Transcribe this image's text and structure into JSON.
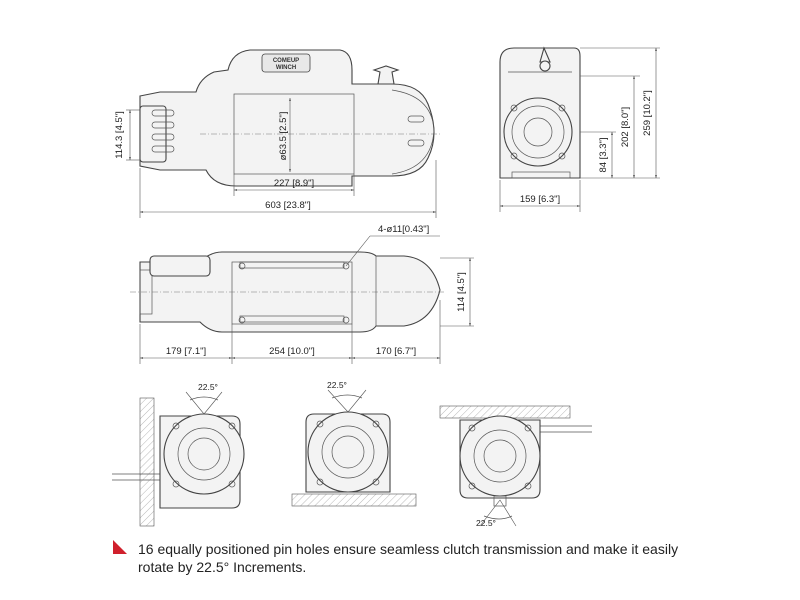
{
  "logo": {
    "line1": "COMEUP",
    "line2": "WINCH"
  },
  "dimensions": {
    "side_height": "114.3 [4.5\"]",
    "drum_dia": "ø63.5 [2.5\"]",
    "drum_length": "227 [8.9\"]",
    "overall_length": "603 [23.8\"]",
    "end_width": "159 [6.3\"]",
    "end_h1": "84 [3.3\"]",
    "end_h2": "202 [8.0\"]",
    "end_h3": "259 [10.2\"]",
    "mount_holes": "4-ø11[0.43\"]",
    "top_height": "114 [4.5\"]",
    "left_len": "179 [7.1\"]",
    "mid_len": "254 [10.0\"]",
    "right_len": "170 [6.7\"]"
  },
  "angles": {
    "a1": "22.5°",
    "a2": "22.5°",
    "a3": "22.5°"
  },
  "caption": "16 equally positioned pin holes ensure seamless clutch transmission and make it easily rotate by 22.5° Increments.",
  "colors": {
    "accent": "#d0202c",
    "line": "#444444",
    "fill": "#f3f3f3"
  }
}
